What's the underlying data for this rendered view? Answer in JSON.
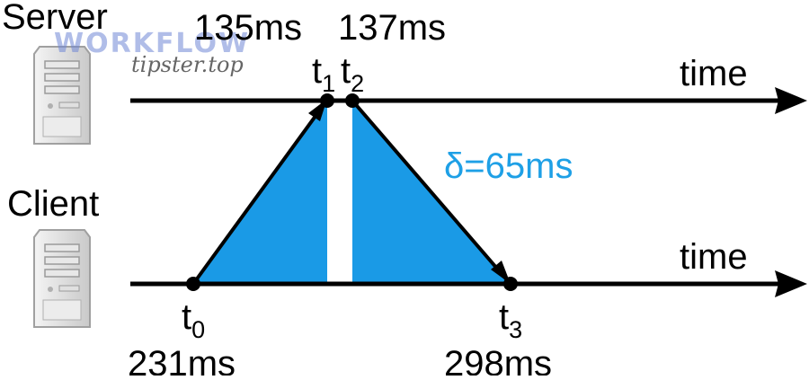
{
  "server": {
    "label": "Server",
    "axis_label": "time"
  },
  "client": {
    "label": "Client",
    "axis_label": "time"
  },
  "events": {
    "t0": {
      "letter": "t",
      "index": "0",
      "time": "231ms"
    },
    "t1": {
      "letter": "t",
      "index": "1",
      "time": "135ms"
    },
    "t2": {
      "letter": "t",
      "index": "2",
      "time": "137ms"
    },
    "t3": {
      "letter": "t",
      "index": "3",
      "time": "298ms"
    }
  },
  "delta_label": "δ=65ms",
  "watermark": {
    "brand": "WORKFLOW",
    "site": "tipster.top"
  },
  "colors": {
    "fill": "#1a9ae6",
    "line": "#000000",
    "delta_text": "#1ea0e6",
    "server_icon": "#d9d9d9"
  },
  "icons": {
    "server": "server-tower-icon",
    "client": "computer-tower-icon"
  }
}
